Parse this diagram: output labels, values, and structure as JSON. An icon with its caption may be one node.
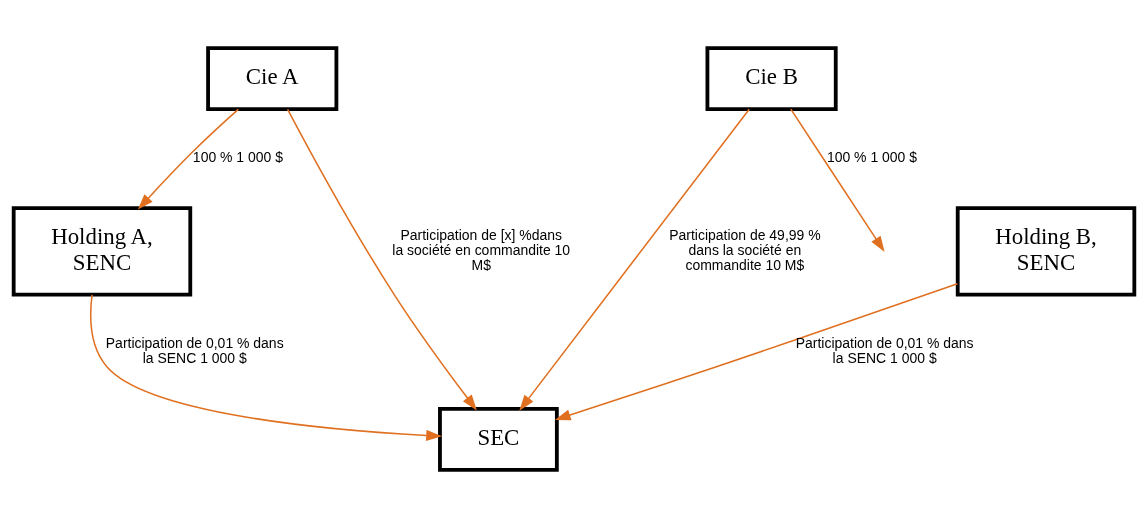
{
  "diagram": {
    "nodes": [
      {
        "text": [
          "Cie A"
        ]
      },
      {
        "text": [
          "Cie B"
        ]
      },
      {
        "text": [
          "Holding A, SENC"
        ]
      },
      {
        "text": [
          "SEC"
        ]
      },
      {
        "text": [
          "Holding B, SENC"
        ]
      }
    ],
    "edges": [
      {
        "from": 0,
        "to": 2,
        "arrow": "to",
        "label": "100 % 1 000 $"
      },
      {
        "from": 0,
        "to": 3,
        "arrow": "to",
        "label": "Participation de [x] %dans la société en commandite 10 M$"
      },
      {
        "from": 1,
        "to": 3,
        "arrow": "to",
        "label": "Participation de 49,99 % dans la société en commandite 10 M$"
      },
      {
        "from": 1,
        "to": null,
        "arrow": "to",
        "label": "100 % 1 000 $"
      },
      {
        "from": 2,
        "to": 3,
        "arrow": "to",
        "label": "Participation de 0,01 % dans la SENC 1 000 $"
      },
      {
        "from": 4,
        "to": 3,
        "arrow": "to",
        "label": "Participation de 0,01 % dans la SENC 1 000 $"
      }
    ]
  }
}
